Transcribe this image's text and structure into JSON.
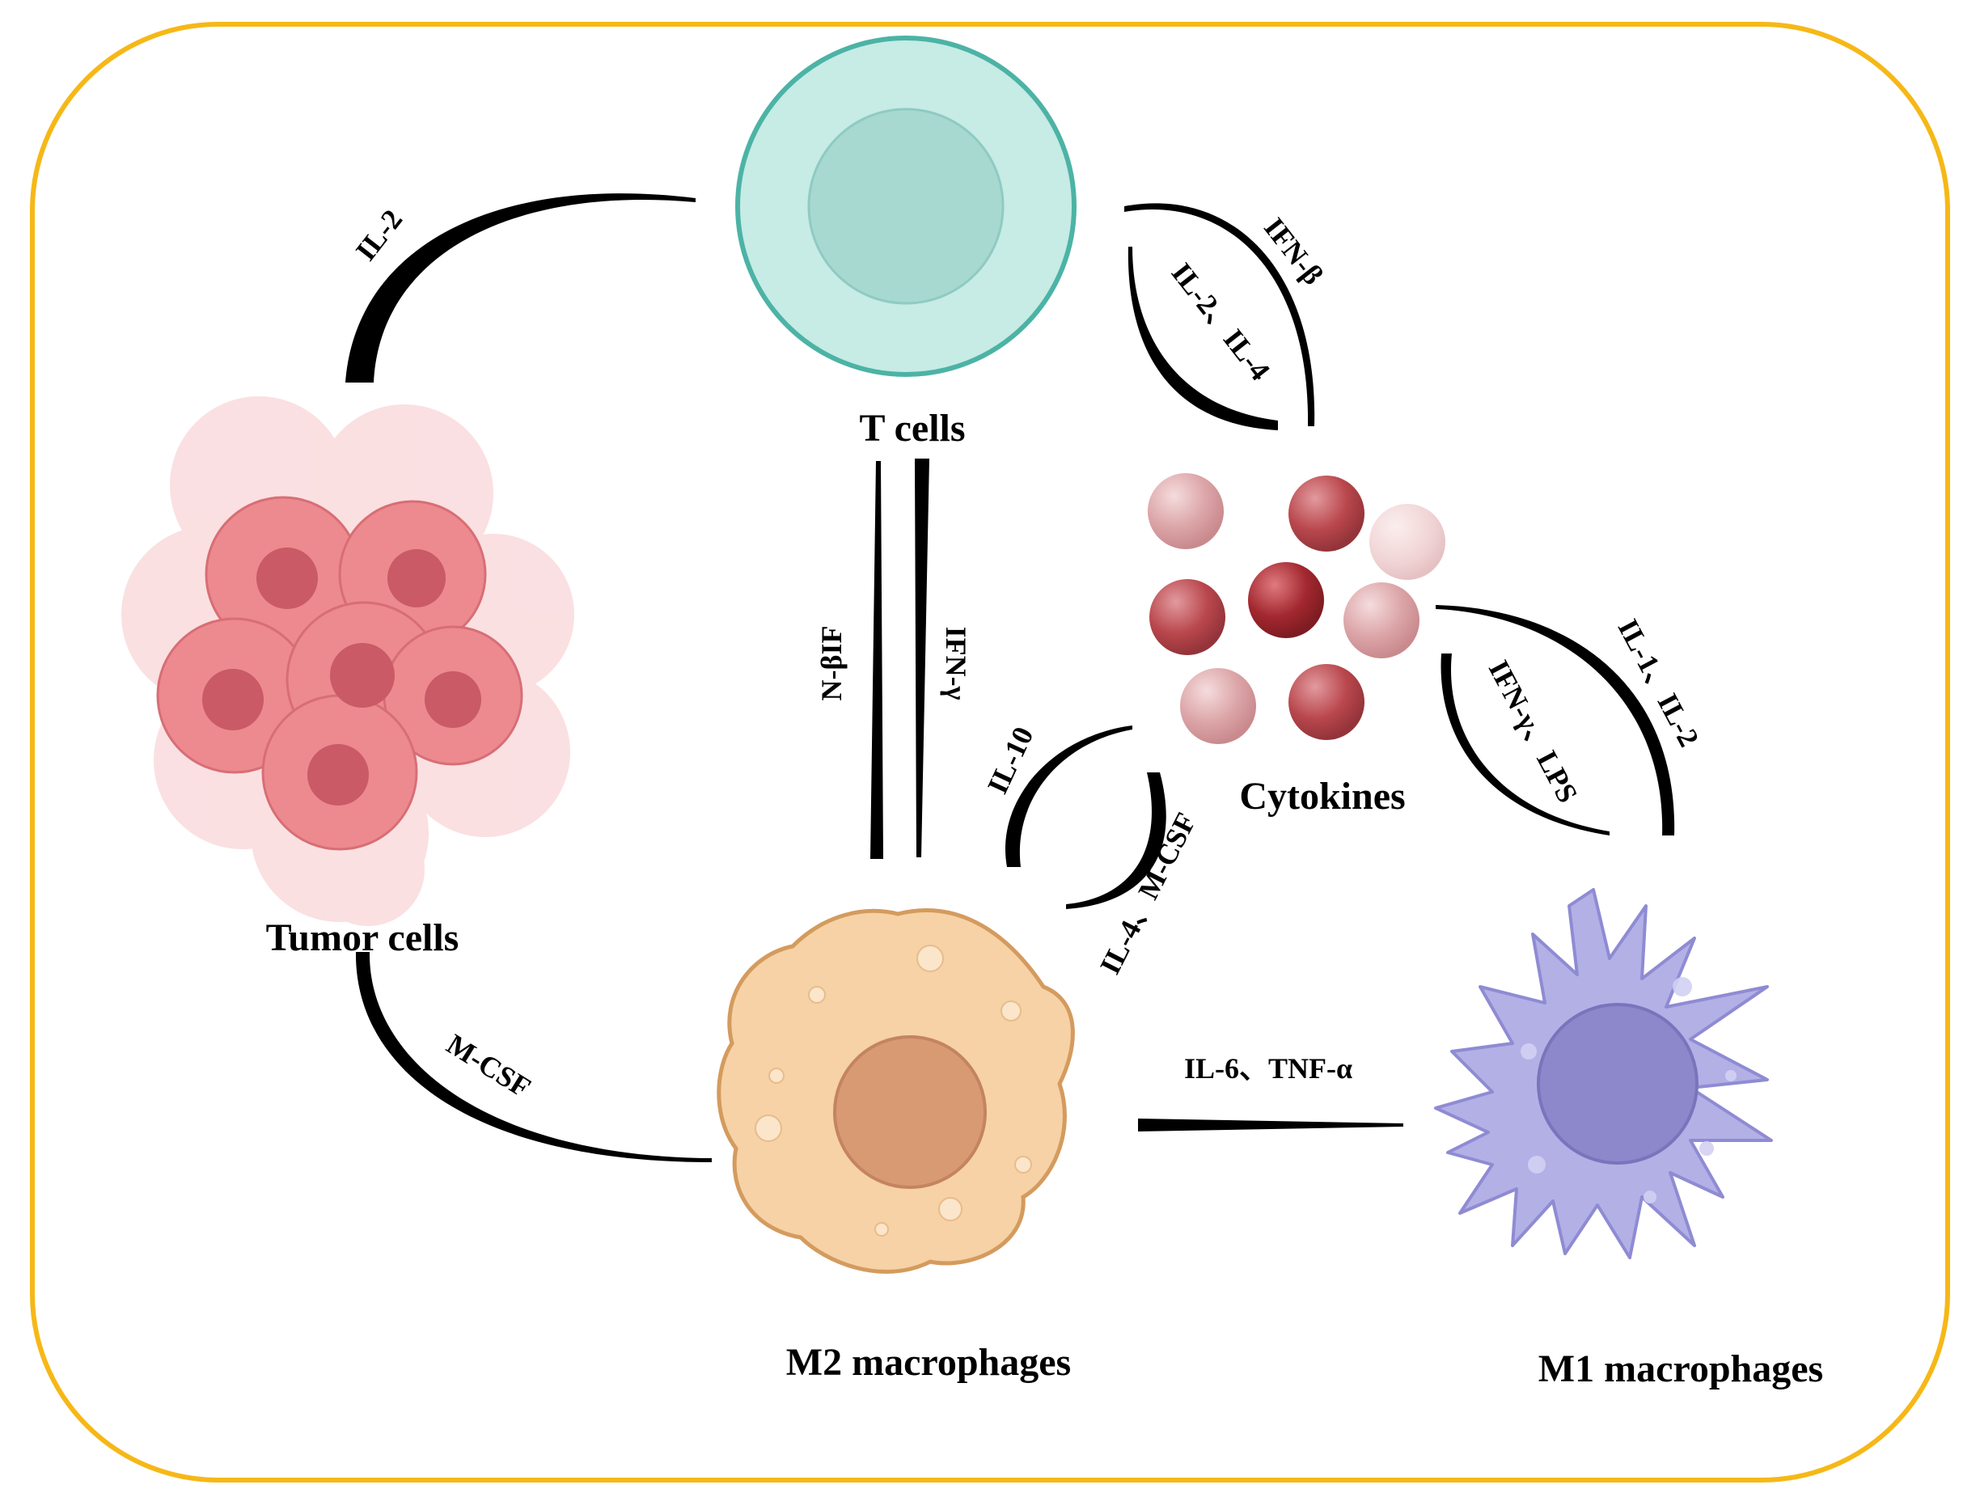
{
  "colors": {
    "frame": "#f6b817",
    "t_cell_outer": "#c7ebe5",
    "t_cell_border": "#4cb3a5",
    "t_cell_nucleus": "#a7d9d1",
    "tumor": "#ec8a8f",
    "tumor_nucleus": "#c95a66",
    "m2": "#f6d2a6",
    "m2_border": "#d49b5e",
    "m2_nucleus": "#d89a73",
    "m1": "#b3b0e6",
    "m1_border": "#8f8bd3",
    "m1_nucleus": "#8d87cb",
    "cytokine_dark": "#a3282f",
    "cytokine_mid": "#b9474d",
    "cytokine_light": "#dca5a8",
    "cytokine_pale": "#f0d3d4"
  },
  "nodes": {
    "t_cells": {
      "label": "T cells",
      "icon": "t-cell-icon"
    },
    "cytokines": {
      "label": "Cytokines",
      "icon": "cytokine-cluster-icon"
    },
    "tumor_cells": {
      "label": "Tumor cells",
      "icon": "tumor-cluster-icon"
    },
    "m2_macrophages": {
      "label": "M2 macrophages",
      "icon": "m2-macrophage-icon"
    },
    "m1_macrophages": {
      "label": "M1 macrophages",
      "icon": "m1-macrophage-icon"
    }
  },
  "edges": [
    {
      "id": "il2_tumor_t",
      "label": "IL-2",
      "from": "t_cells",
      "to": "tumor_cells"
    },
    {
      "id": "ifnb",
      "label": "IFN-β",
      "from": "t_cells",
      "to": "cytokines"
    },
    {
      "id": "il2_il4",
      "label": "IL-2、IL-4",
      "from": "t_cells",
      "to": "cytokines"
    },
    {
      "id": "nbif",
      "label": "N-βIF",
      "from": "m2_macrophages",
      "to": "t_cells"
    },
    {
      "id": "ifng_t",
      "label": "IFN-γ",
      "from": "t_cells",
      "to": "m2_macrophages"
    },
    {
      "id": "il10",
      "label": "IL-10",
      "from": "cytokines",
      "to": "m2_macrophages"
    },
    {
      "id": "il4_mcsf",
      "label": "IL-4、M-CSF",
      "from": "cytokines",
      "to": "m2_macrophages"
    },
    {
      "id": "il1_il2",
      "label": "IL-1、IL-2",
      "from": "cytokines",
      "to": "m1_macrophages"
    },
    {
      "id": "ifng_lps",
      "label": "IFN-γ、LPS",
      "from": "cytokines",
      "to": "m1_macrophages"
    },
    {
      "id": "mcsf_tumor",
      "label": "M-CSF",
      "from": "tumor_cells",
      "to": "m2_macrophages"
    },
    {
      "id": "il6_tnfa",
      "label": "IL-6、TNF-α",
      "from": "m1_macrophages",
      "to": "m2_macrophages"
    }
  ]
}
